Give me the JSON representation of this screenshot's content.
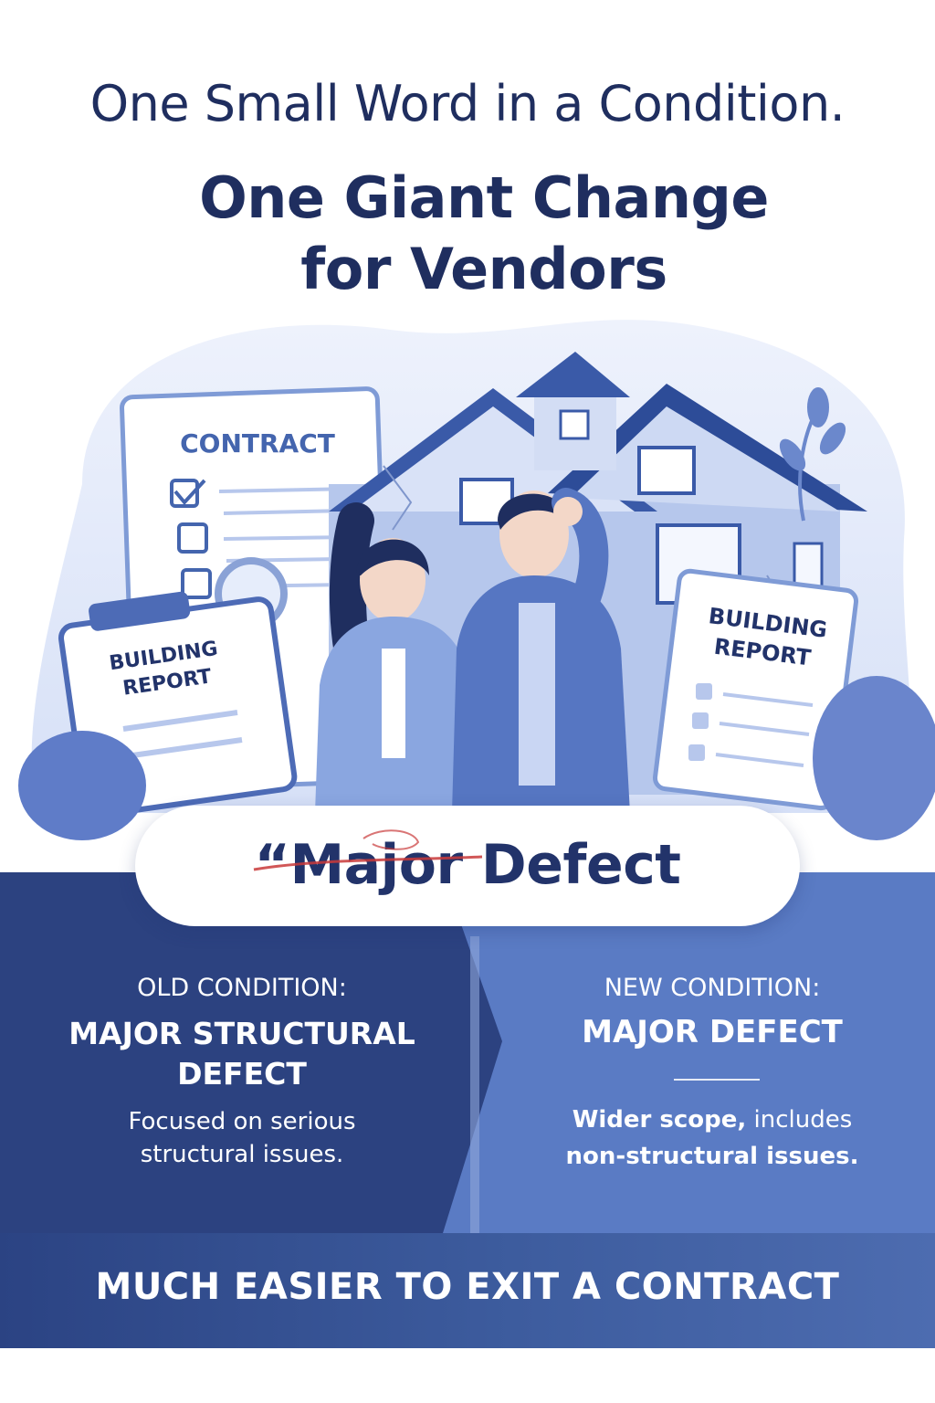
{
  "headline": {
    "line1": "One Small Word in a Condition.",
    "line2a": "One Giant Change",
    "line2b": "for Vendors"
  },
  "illustration": {
    "contract_label": "CONTRACT",
    "report_left_line1": "BUILDING",
    "report_left_line2": "REPORT",
    "report_right_line1": "BUILDING",
    "report_right_line2": "REPORT"
  },
  "pill": {
    "text": "“Major Defect"
  },
  "old_condition": {
    "label": "OLD CONDITION:",
    "term_line1": "MAJOR STRUCTURAL",
    "term_line2": "DEFECT",
    "description_line1": "Focused on serious",
    "description_line2": "structural issues."
  },
  "new_condition": {
    "label": "NEW CONDITION:",
    "term": "MAJOR DEFECT",
    "description_bold_1": "Wider scope,",
    "description_regular_1": " includes",
    "description_bold_2": "non-structural issues."
  },
  "banner": {
    "text": "MUCH EASIER TO EXIT A CONTRACT"
  },
  "colors": {
    "navy": "#1f2e5f",
    "old_panel": "#2c4280",
    "new_panel": "#5a7bc4",
    "banner": "#3d5c9e"
  }
}
